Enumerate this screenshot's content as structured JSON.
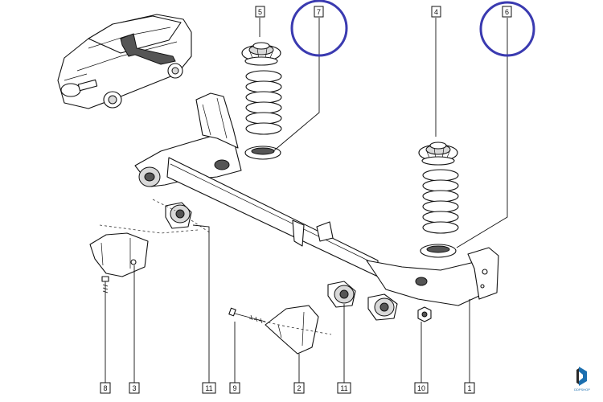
{
  "diagram": {
    "callouts": [
      {
        "label": "5"
      },
      {
        "label": "7"
      },
      {
        "label": "4"
      },
      {
        "label": "6"
      },
      {
        "label": "8"
      },
      {
        "label": "3"
      },
      {
        "label": "11"
      },
      {
        "label": "9"
      },
      {
        "label": "2"
      },
      {
        "label": "11"
      },
      {
        "label": "10"
      },
      {
        "label": "1"
      }
    ],
    "highlighted_callouts": [
      "7",
      "6"
    ],
    "highlight_color": "#3a3ab0",
    "line_color": "#111111",
    "logo": {
      "text": "DDPSHOP",
      "color": "#1b6fb0"
    }
  }
}
